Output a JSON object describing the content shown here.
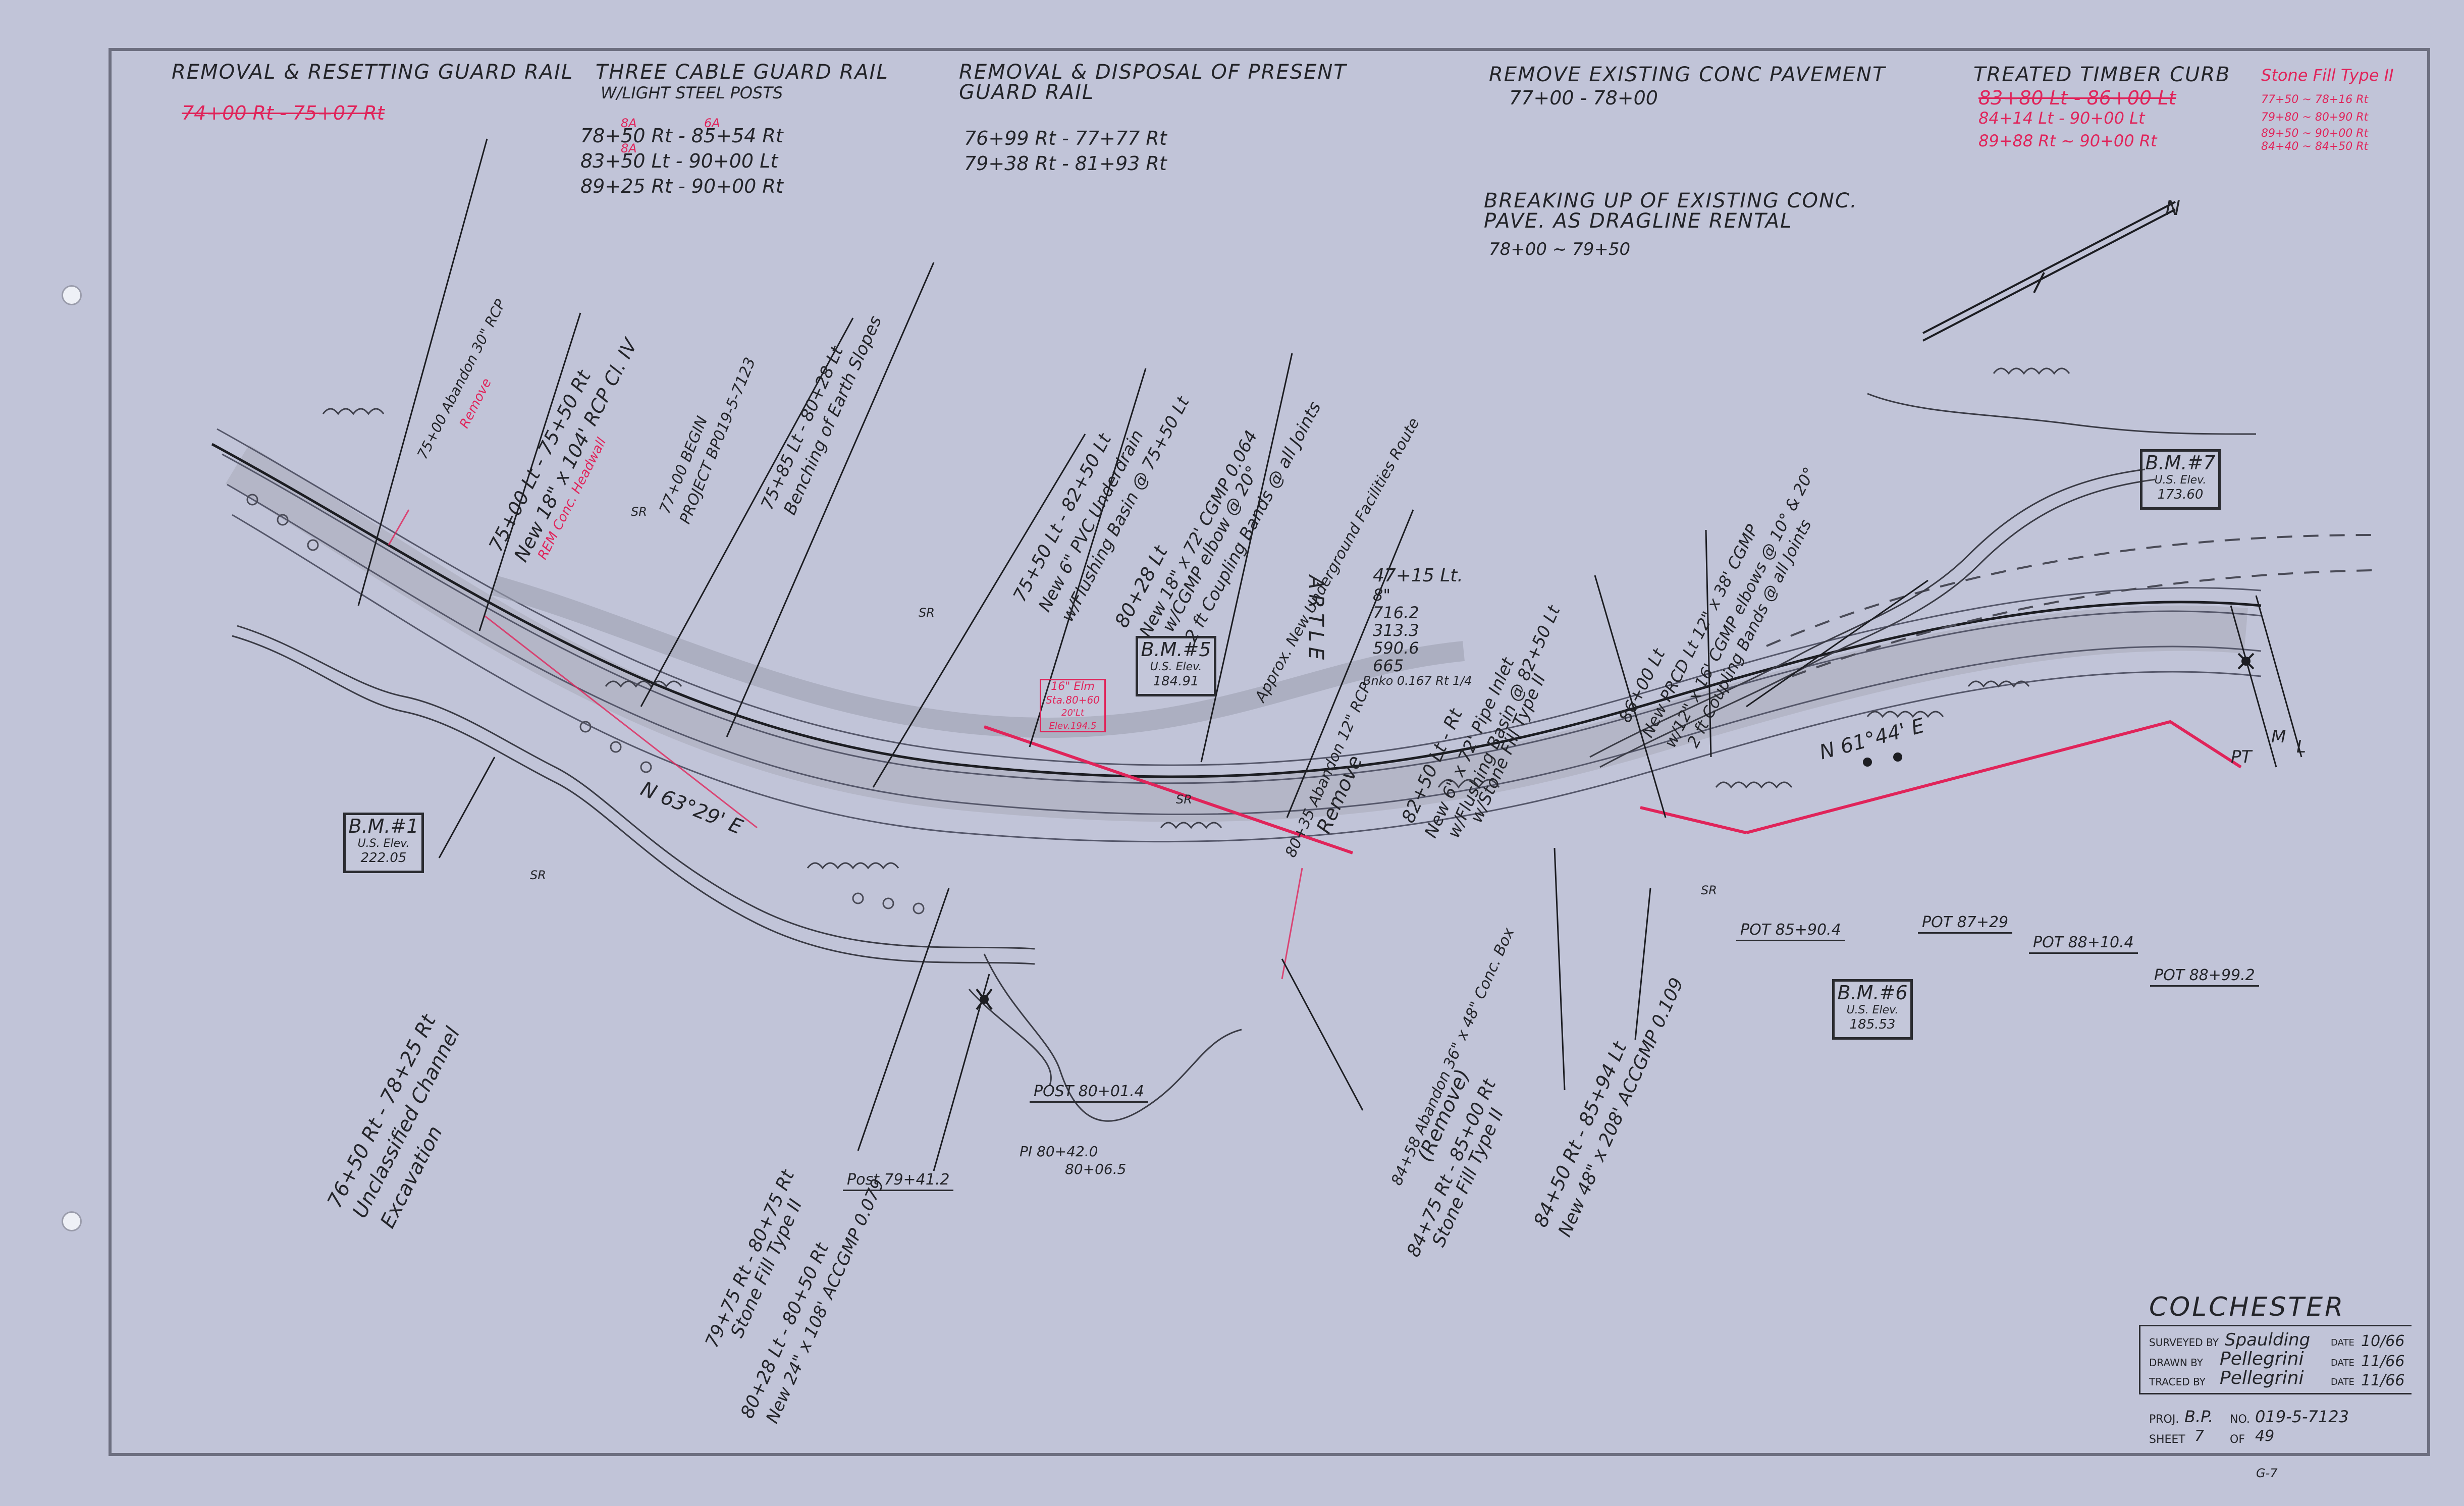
{
  "header": {
    "removal_resetting": {
      "title": "REMOVAL & RESETTING GUARD RAIL",
      "lines": [
        "74+00 Rt - 75+07 Rt"
      ]
    },
    "three_cable": {
      "title": "THREE CABLE GUARD RAIL",
      "subtitle": "W/LIGHT STEEL POSTS",
      "lines": [
        "78+50 Rt - 85+54 Rt",
        "83+50 Lt - 90+00 Lt",
        "89+25 Rt - 90+00 Rt"
      ],
      "red_marks": [
        "8A",
        "6A",
        "8A"
      ]
    },
    "removal_disposal": {
      "title": "REMOVAL & DISPOSAL OF PRESENT",
      "subtitle": "GUARD RAIL",
      "lines": [
        "76+99 Rt - 77+77 Rt",
        "79+38 Rt - 81+93 Rt"
      ]
    },
    "remove_pavement": {
      "title": "REMOVE EXISTING CONC PAVEMENT",
      "lines": [
        "77+00 - 78+00"
      ]
    },
    "breaking_up": {
      "title": "BREAKING UP OF EXISTING CONC.",
      "subtitle": "PAVE. AS DRAGLINE RENTAL",
      "lines": [
        "78+00 ~ 79+50"
      ]
    },
    "timber_curb": {
      "title": "TREATED TIMBER CURB",
      "lines": [
        "83+80 Lt - 86+00 Lt",
        "84+14 Lt - 90+00 Lt",
        "89+88 Rt ~ 90+00 Rt"
      ]
    },
    "stone_fill": {
      "title": "Stone Fill Type II",
      "lines": [
        "77+50 ~ 78+16 Rt",
        "79+80 ~ 80+90 Rt",
        "89+50 ~ 90+00 Rt",
        "84+40 ~ 84+50 Rt"
      ]
    }
  },
  "benchmarks": [
    {
      "id": "bm1",
      "label": "B.M.#1",
      "line2": "U.S. Elev.",
      "elev": "222.05"
    },
    {
      "id": "bm5",
      "label": "B.M.#5",
      "line2": "U.S. Elev.",
      "elev": "184.91"
    },
    {
      "id": "bm6",
      "label": "B.M.#6",
      "line2": "U.S. Elev.",
      "elev": "185.53"
    },
    {
      "id": "bm7",
      "label": "B.M.#7",
      "line2": "U.S. Elev.",
      "elev": "173.60"
    }
  ],
  "red_box": {
    "line1": "16\" Elm",
    "line2": "Sta.80+60",
    "line3": "20'Lt Elev.194.5"
  },
  "pots": {
    "p1": "POT 85+90.4",
    "p2": "POT 87+29",
    "p3": "POT 88+10.4",
    "p4": "POT 88+99.2",
    "p5": "POST 80+01.4",
    "p6": "Post 79+41.2",
    "pi": "PI 80+42.0",
    "pi2": "80+06.5"
  },
  "bearings": {
    "b1": "N 63°29' E",
    "b2": "N 61°44' E"
  },
  "annotations": {
    "a1": "75+00 Abandon 30\" RCP",
    "a1r": "Remove",
    "a2": "75+00 Lt - 75+50 Rt",
    "a3": "New 18\" x 104' RCP Cl. IV",
    "a3r": "REM Conc. Headwall",
    "a4": "77+00 BEGIN",
    "a5": "PROJECT BP019-5-7123",
    "a6": "75+85 Lt - 80+28 Lt",
    "a7": "Benching of Earth Slopes",
    "a8": "75+50 Lt - 82+50 Lt",
    "a9": "New 6\" PVC Underdrain",
    "a10": "w/Flushing Basin @ 75+50 Lt",
    "a11": "80+28 Lt",
    "a12": "New 18\" x 72' CGMP 0.064",
    "a13": "w/CGMP elbow @ 20°",
    "a14": "2 ft Coupling Bands @ all Joints",
    "a15": "Approx. New Underground Facilities Route",
    "a16": "47+15 Lt.",
    "a17": "8\"",
    "a18": "716.2",
    "a19": "313.3",
    "a20": "590.6",
    "a21": "665",
    "a22": "Bnko 0.167 Rt 1/4",
    "a23": "80+35 Abandon 12\" RCP",
    "a24": "Remove",
    "a25": "82+50 Lt - Rt",
    "a26": "New 6\" x 72' Pipe Inlet",
    "a27": "w/Flushing Basin @ 82+50 Lt",
    "a28": "w/Stone Fill Type II",
    "a29": "86+00 Lt",
    "a30": "New PRCD Lt 12\" x 38' CGMP",
    "a31": "w/12\" x 16' CGMP elbows @ 10° & 20°",
    "a32": "2 ft Coupling Bands @ all Joints",
    "a33": "76+50 Rt - 78+25 Rt",
    "a34": "Unclassified Channel",
    "a35": "Excavation",
    "a36": "79+75 Rt - 80+75 Rt",
    "a37": "Stone Fill Type II",
    "a38": "80+28 Lt - 80+50 Rt",
    "a39": "New 24\" x 108' ACCGMP 0.079",
    "a40": "84+58 Abandon 36\" x 48\" Conc. Box",
    "a41": "(Remove)",
    "a42": "84+75 Rt - 85+00 Rt",
    "a43": "Stone Fill Type II",
    "a44": "84+50 Rt - 85+94 Lt",
    "a45": "New 48\" x 208' ACCGMP 0.109",
    "a46": "SR",
    "a47": "N",
    "a48": "M",
    "a49": "L",
    "a50": "PT",
    "a51": "ARTLE"
  },
  "title_block": {
    "title": "COLCHESTER",
    "surveyed_label": "SURVEYED BY",
    "surveyed": "Spaulding",
    "surveyed_date": "10/66",
    "drawn_label": "DRAWN BY",
    "drawn": "Pellegrini",
    "drawn_date": "11/66",
    "traced_label": "TRACED BY",
    "traced": "Pellegrini",
    "traced_date": "11/66",
    "date_label": "DATE",
    "proj_label": "PROJ.",
    "proj": "B.P.",
    "no_label": "NO.",
    "no": "019-5-7123",
    "sheet_label": "SHEET",
    "sheet": "7",
    "of_label": "OF",
    "of": "49",
    "corner": "G-7"
  },
  "colors": {
    "paper": "#c1c4d8",
    "ink": "#232429",
    "red": "#e0245a",
    "pencil": "#8a8b96"
  }
}
